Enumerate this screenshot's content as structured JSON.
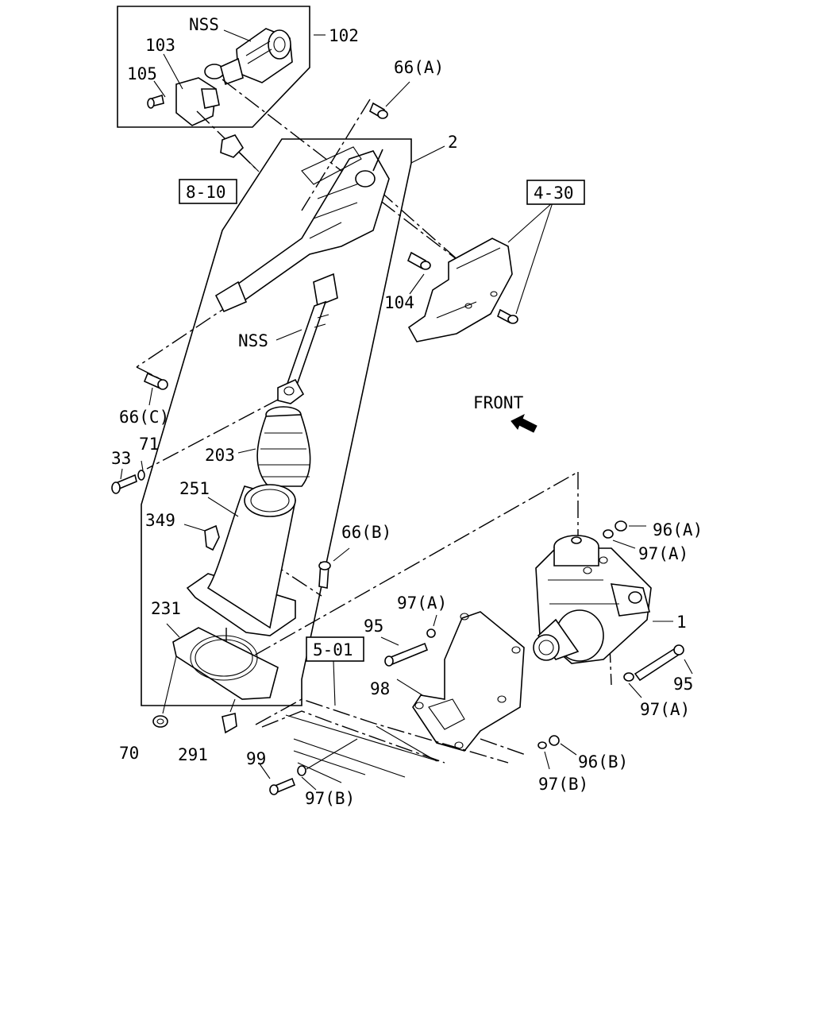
{
  "labels": {
    "nss_top": "NSS",
    "p102": "102",
    "p103": "103",
    "p105": "105",
    "p66a_top": "66(A)",
    "p2": "2",
    "ref_8_10": "8-10",
    "ref_4_30": "4-30",
    "p104": "104",
    "nss_mid": "NSS",
    "p66c": "66(C)",
    "p71": "71",
    "p33": "33",
    "p203": "203",
    "p251": "251",
    "p349": "349",
    "p66b": "66(B)",
    "p231": "231",
    "p70": "70",
    "p291": "291",
    "front": "FRONT",
    "p96a": "96(A)",
    "p97a_right": "97(A)",
    "p1": "1",
    "p97a_mid": "97(A)",
    "p95_left": "95",
    "ref_5_01": "5-01",
    "p95_right": "95",
    "p97a_low": "97(A)",
    "p98": "98",
    "p99": "99",
    "p97b_left": "97(B)",
    "p96b": "96(B)",
    "p97b_right": "97(B)"
  },
  "icons": {
    "front_arrow": "arrow-front-icon"
  },
  "colors": {
    "ink": "#000000",
    "paper": "#ffffff"
  }
}
